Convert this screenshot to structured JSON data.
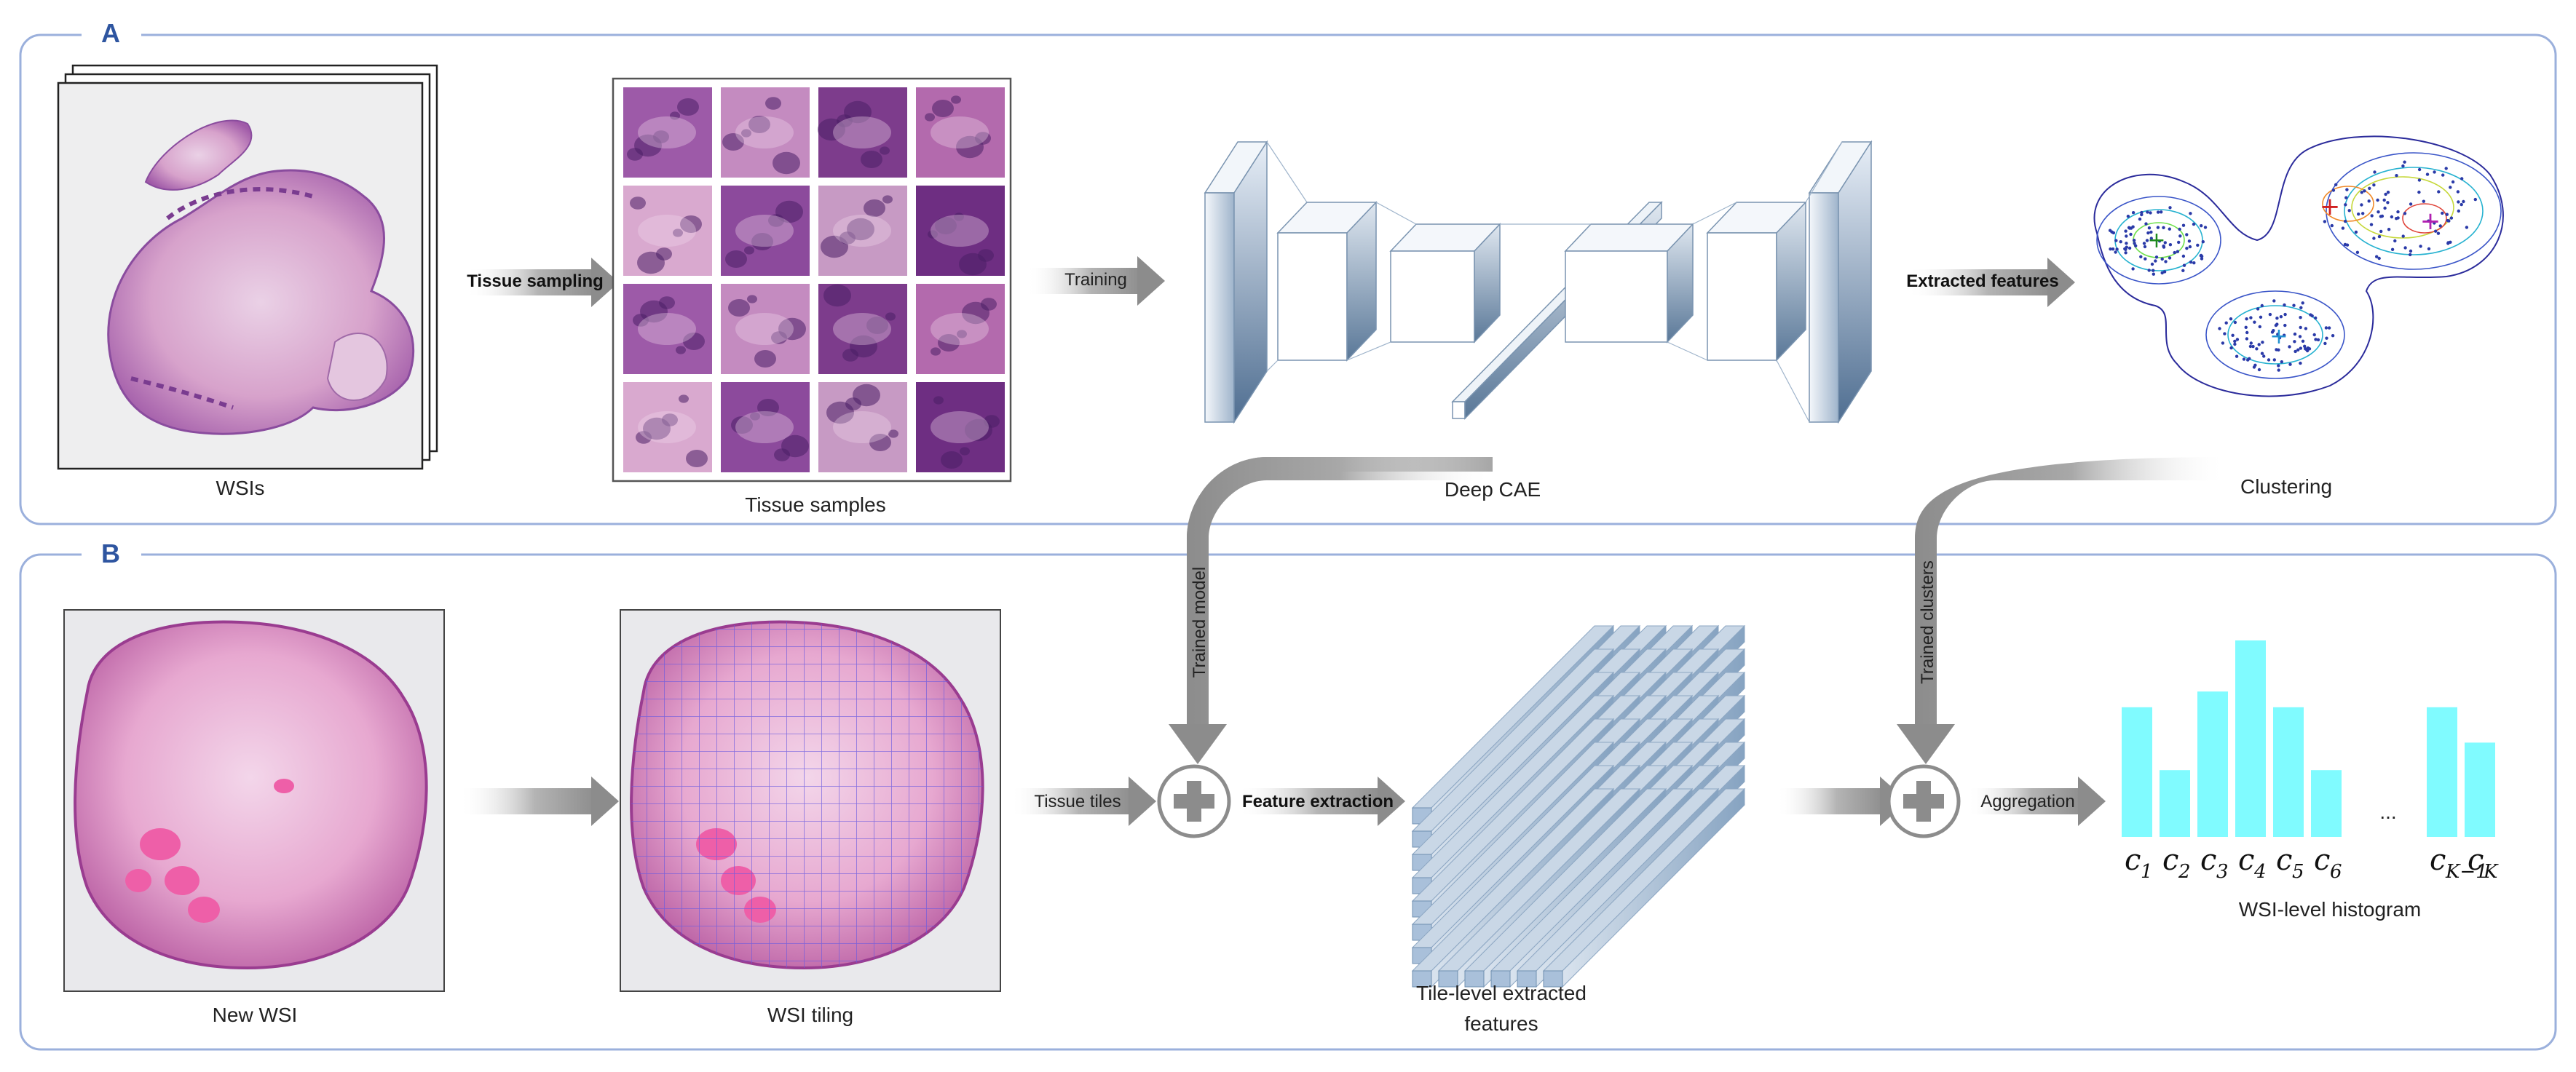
{
  "panels": {
    "a": {
      "letter": "A",
      "wsis_label": "WSIs",
      "tissue_sampling_label": "Tissue sampling",
      "tissue_samples_label": "Tissue samples",
      "training_label": "Training",
      "extracted_features_label": "Extracted features",
      "deep_cae_label": "Deep CAE",
      "clustering_label": "Clustering"
    },
    "b": {
      "letter": "B",
      "new_wsi_label": "New WSI",
      "wsi_tiling_label": "WSI tiling",
      "tissue_tiles_label": "Tissue tiles",
      "trained_model_label": "Trained model",
      "feature_extraction_label": "Feature extraction",
      "tile_features_label_line1": "Tile-level extracted",
      "tile_features_label_line2": "features",
      "trained_clusters_label": "Trained clusters",
      "aggregation_label": "Aggregation",
      "histogram_label": "WSI-level histogram",
      "histogram_ellipsis": "...",
      "histogram_bins": [
        {
          "label": "c",
          "sub": "1",
          "value": 0.66
        },
        {
          "label": "c",
          "sub": "2",
          "value": 0.34
        },
        {
          "label": "c",
          "sub": "3",
          "value": 0.74
        },
        {
          "label": "c",
          "sub": "4",
          "value": 1.0
        },
        {
          "label": "c",
          "sub": "5",
          "value": 0.66
        },
        {
          "label": "c",
          "sub": "6",
          "value": 0.34
        },
        {
          "label": "c",
          "sub": "K−1",
          "value": 0.66
        },
        {
          "label": "c",
          "sub": "K",
          "value": 0.48
        }
      ]
    }
  },
  "colors": {
    "panel_border": "#9bb0dc",
    "panel_letter": "#2e55a0",
    "histogram_bar": "#80fbff",
    "arrow_gray": "#8c8c8c",
    "tile_grid": "#6a5ae0",
    "tissue_pink": "#d97ab4",
    "tissue_purple": "#8a4c9e",
    "feature_block": "#a9c0da"
  },
  "icons": [
    "plus-circle-icon",
    "plus-circle-icon"
  ]
}
